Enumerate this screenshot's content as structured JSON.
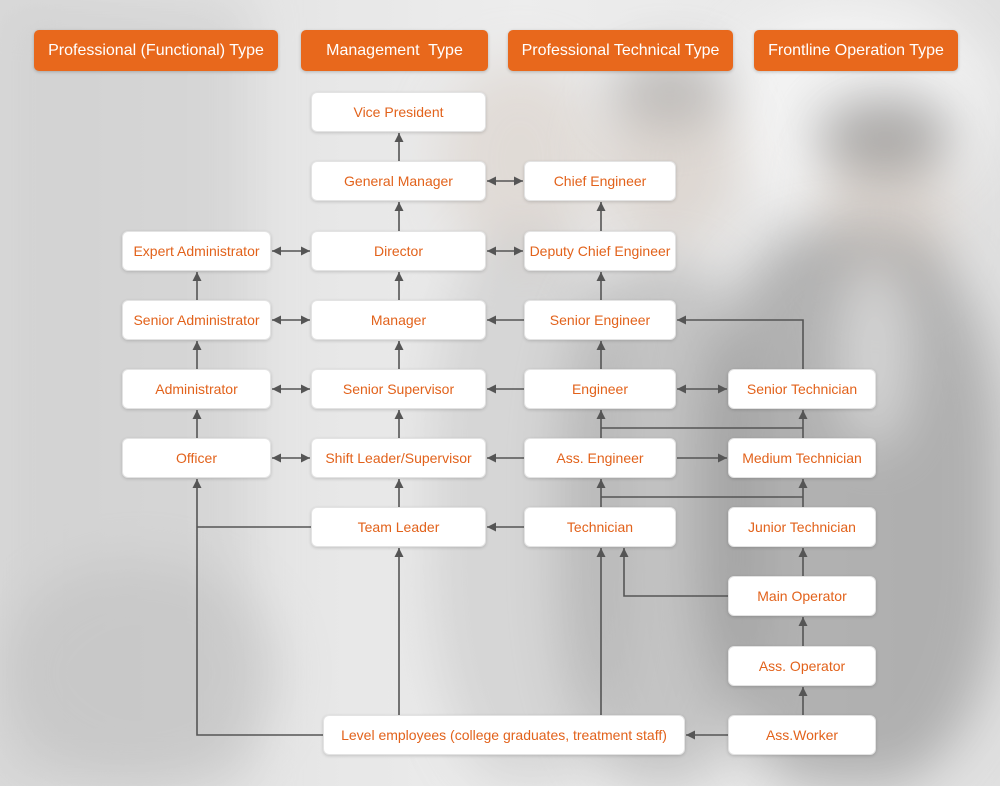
{
  "colors": {
    "accent": "#e8681c",
    "node_text": "#e2621b",
    "connector": "#555555",
    "node_fill": "#ffffff"
  },
  "headers": [
    "Professional (Functional) Type",
    "Management  Type",
    "Professional Technical Type",
    "Frontline Operation Type"
  ],
  "nodes": {
    "functional": [
      "Expert Administrator",
      "Senior Administrator",
      "Administrator",
      "Officer"
    ],
    "management": [
      "Vice President",
      "General Manager",
      "Director",
      "Manager",
      "Senior Supervisor",
      "Shift Leader/Supervisor",
      "Team Leader"
    ],
    "technical": [
      "Chief Engineer",
      "Deputy Chief Engineer",
      "Senior Engineer",
      "Engineer",
      "Ass. Engineer",
      "Technician"
    ],
    "frontline": [
      "Senior Technician",
      "Medium Technician",
      "Junior Technician",
      "Main Operator",
      "Ass. Operator",
      "Ass.Worker"
    ],
    "entry": "Level employees (college graduates, treatment staff)"
  }
}
